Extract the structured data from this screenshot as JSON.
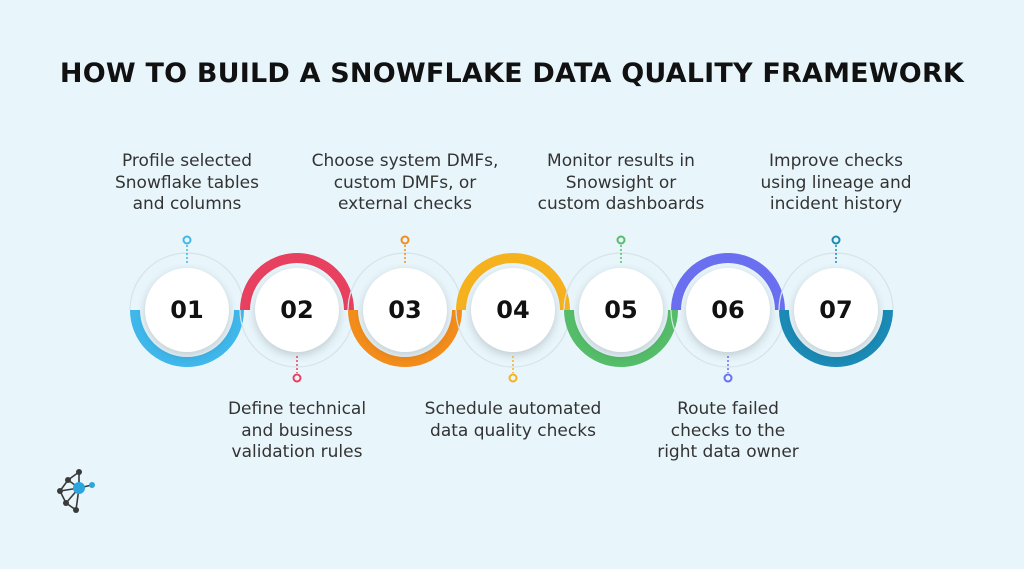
{
  "title": "HOW TO BUILD A SNOWFLAKE DATA QUALITY FRAMEWORK",
  "steps": [
    {
      "number": "01",
      "label": "Profile selected Snowflake tables and columns",
      "label_lines": [
        "Profile selected",
        "Snowflake tables",
        "and columns"
      ],
      "position": "top",
      "color": "#3fb7ea"
    },
    {
      "number": "02",
      "label": "Define technical and business validation rules",
      "label_lines": [
        "Define technical",
        "and business",
        "validation rules"
      ],
      "position": "bottom",
      "color": "#e8405f"
    },
    {
      "number": "03",
      "label": "Choose system DMFs, custom DMFs, or external checks",
      "label_lines": [
        "Choose system DMFs,",
        "custom DMFs, or",
        "external checks"
      ],
      "position": "top",
      "color": "#f28c1b"
    },
    {
      "number": "04",
      "label": "Schedule automated data quality checks",
      "label_lines": [
        "Schedule automated",
        "data quality checks"
      ],
      "position": "bottom",
      "color": "#f5b21e"
    },
    {
      "number": "05",
      "label": "Monitor results in Snowsight or custom dashboards",
      "label_lines": [
        "Monitor results in",
        "Snowsight or",
        "custom dashboards"
      ],
      "position": "top",
      "color": "#55bd6a"
    },
    {
      "number": "06",
      "label": "Route failed checks to the right data owner",
      "label_lines": [
        "Route failed",
        "checks to the",
        "right data owner"
      ],
      "position": "bottom",
      "color": "#6a6ff0"
    },
    {
      "number": "07",
      "label": "Improve checks using lineage and incident history",
      "label_lines": [
        "Improve checks",
        "using lineage and",
        "incident history"
      ],
      "position": "top",
      "color": "#1b8ab5"
    }
  ],
  "logo_icon": "network-logo-icon",
  "colors": {
    "background": "#e8f6fc",
    "text": "#333333",
    "title": "#111111"
  }
}
